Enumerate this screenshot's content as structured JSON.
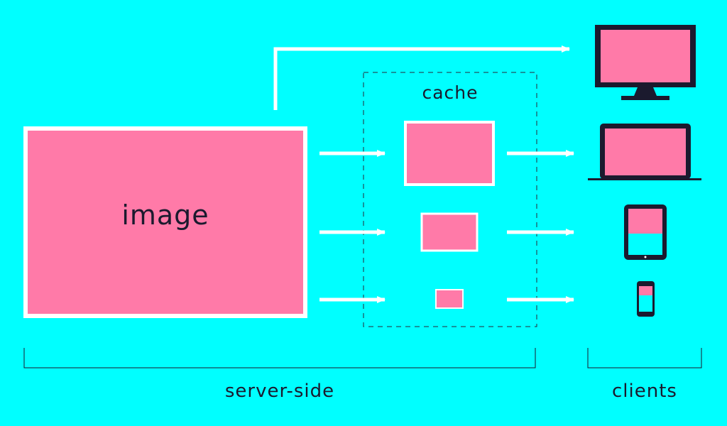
{
  "colors": {
    "background": "#00FFFF",
    "image_fill": "#FF7AA8",
    "border": "#FFFFFF",
    "device": "#1B1A2E",
    "text": "#1B1A2E"
  },
  "labels": {
    "image": "image",
    "cache": "cache",
    "server_side": "server-side",
    "clients": "clients"
  },
  "icons": {
    "desktop": "desktop-icon",
    "laptop": "laptop-icon",
    "tablet": "tablet-icon",
    "phone": "phone-icon"
  }
}
